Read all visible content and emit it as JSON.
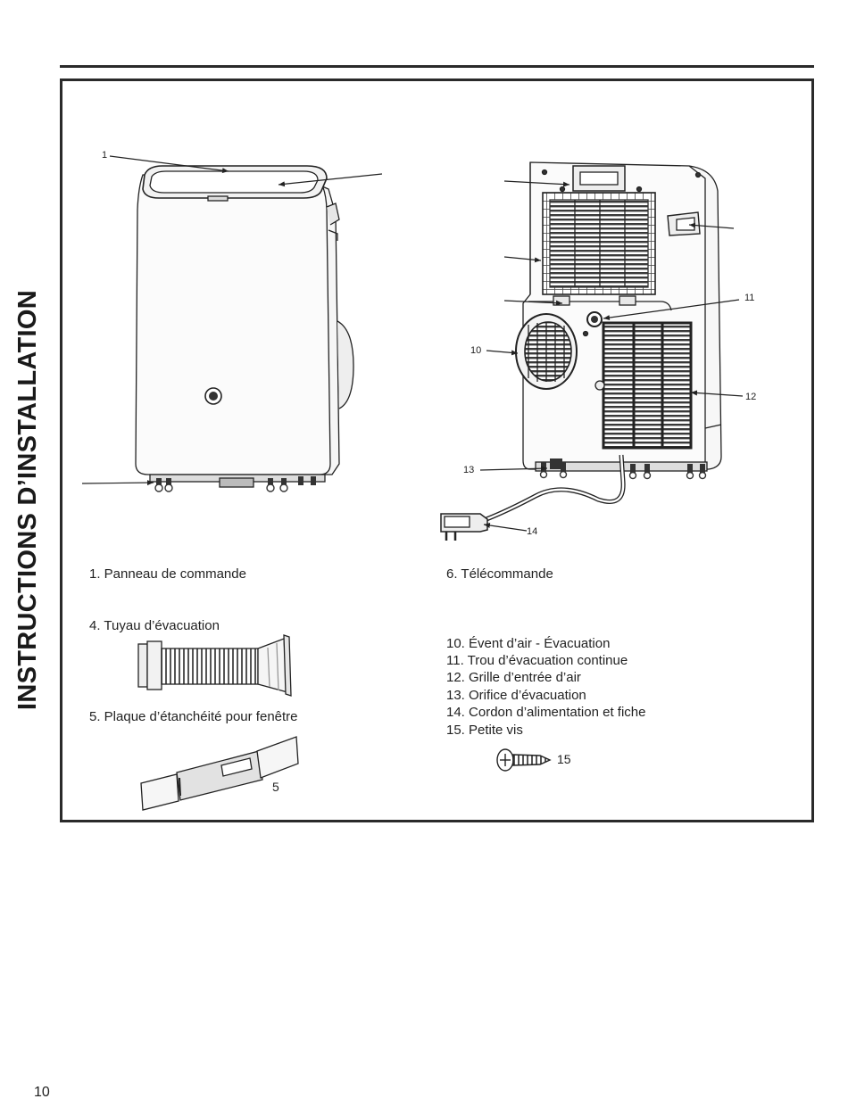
{
  "side_title": "INSTRUCTIONS D’INSTALLATION",
  "page_number": "10",
  "callouts": {
    "c1": "1",
    "c10": "10",
    "c11": "11",
    "c12": "12",
    "c13": "13",
    "c14": "14",
    "c5": "5",
    "c15": "15"
  },
  "parts_left": {
    "p1": "1. Panneau de commande",
    "p4": "4. Tuyau d’évacuation",
    "p5": "5. Plaque d’étanchéité pour fenêtre"
  },
  "parts_right": {
    "p6": "6. Télécommande",
    "p10": "10. Évent d’air - Évacuation",
    "p11": "11. Trou d’évacuation continue",
    "p12": "12. Grille d’entrée d’air",
    "p13": "13. Orifice d’évacuation",
    "p14": "14. Cordon d’alimentation et fiche",
    "p15": "15. Petite vis"
  }
}
